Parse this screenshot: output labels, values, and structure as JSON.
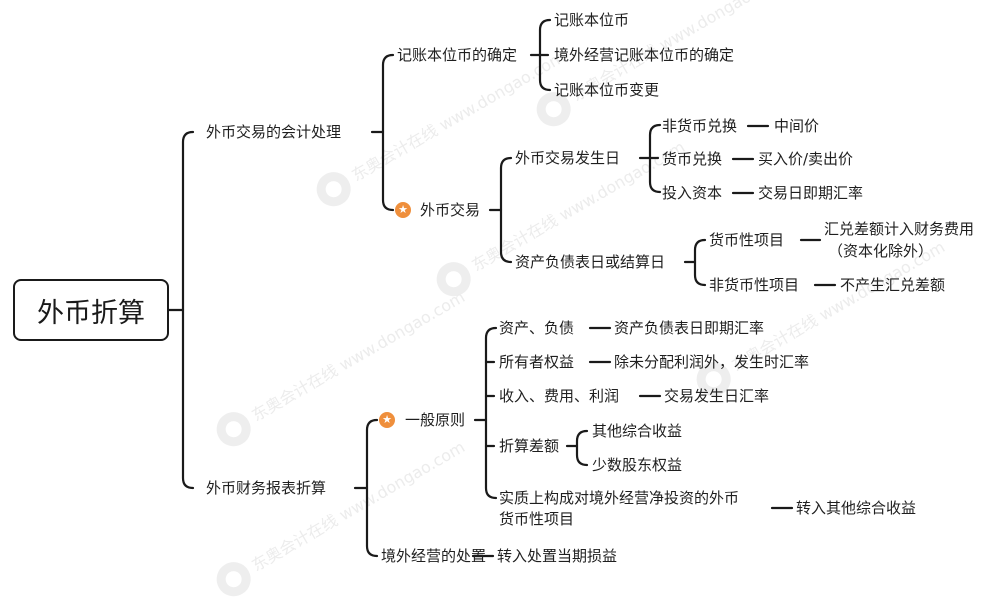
{
  "root": {
    "label": "外币折算"
  },
  "branches": [
    {
      "label": "外币交易的会计处理",
      "children": [
        {
          "label": "记账本位币的确定",
          "children": [
            {
              "label": "记账本位币"
            },
            {
              "label": "境外经营记账本位币的确定"
            },
            {
              "label": "记账本位币变更"
            }
          ]
        },
        {
          "label": "外币交易",
          "marker": "star-icon",
          "children": [
            {
              "label": "外币交易发生日",
              "children": [
                {
                  "label": "非货币兑换",
                  "result": "中间价"
                },
                {
                  "label": "货币兑换",
                  "result": "买入价/卖出价"
                },
                {
                  "label": "投入资本",
                  "result": "交易日即期汇率"
                }
              ]
            },
            {
              "label": "资产负债表日或结算日",
              "children": [
                {
                  "label": "货币性项目",
                  "result": "汇兑差额计入财务费用",
                  "result_note": "（资本化除外）"
                },
                {
                  "label": "非货币性项目",
                  "result": "不产生汇兑差额"
                }
              ]
            }
          ]
        }
      ]
    },
    {
      "label": "外币财务报表折算",
      "children": [
        {
          "label": "一般原则",
          "marker": "star-icon",
          "children": [
            {
              "label": "资产、负债",
              "result": "资产负债表日即期汇率"
            },
            {
              "label": "所有者权益",
              "result": "除未分配利润外，发生时汇率"
            },
            {
              "label": "收入、费用、利润",
              "result": "交易发生日汇率"
            },
            {
              "label": "折算差额",
              "children": [
                {
                  "label": "其他综合收益"
                },
                {
                  "label": "少数股东权益"
                }
              ]
            },
            {
              "label_line1": "实质上构成对境外经营净投资的外币",
              "label_line2": "货币性项目",
              "result": "转入其他综合收益"
            }
          ]
        },
        {
          "label": "境外经营的处置",
          "result": "转入处置当期损益"
        }
      ]
    }
  ],
  "watermark": {
    "brand": "东奥会计在线",
    "site": "www.dongao.com"
  },
  "colors": {
    "line": "#1a1a1a",
    "marker": "#ef8f3c",
    "text": "#1f1f1f"
  }
}
